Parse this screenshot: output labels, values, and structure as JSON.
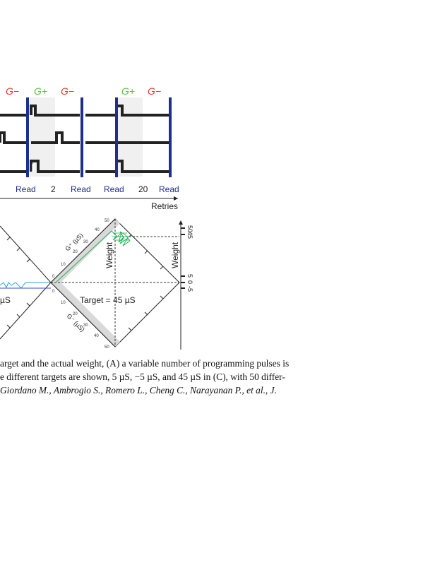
{
  "figure": {
    "panel_top": {
      "labels_top": [
        "G−",
        "G+",
        "G−",
        "G+",
        "G−"
      ],
      "labels_bottom": [
        "Read",
        "2",
        "Read",
        "Read",
        "20",
        "Read"
      ],
      "x_axis_label": "Retries",
      "colors": {
        "g_minus": "#e8382a",
        "g_plus": "#5cc23a",
        "read": "#1f2f8f"
      }
    },
    "panel_bottom": {
      "left_label": "µS",
      "diamond": {
        "g_plus_label": "G⁺ (µS)",
        "g_minus_label": "G⁻ (µS)",
        "weight_label": "Weight",
        "target_label": "Target = 45 µS",
        "g_plus_ticks": [
          "10",
          "20",
          "30",
          "40",
          "50"
        ],
        "g_minus_ticks": [
          "10",
          "20",
          "30",
          "40",
          "50"
        ],
        "origin_tick": "0"
      },
      "weight_axis": {
        "label": "Weight",
        "ticks": [
          "50",
          "45",
          "5",
          "0",
          "-5"
        ]
      }
    }
  },
  "caption": {
    "line1": "arget and the actual weight, (A) a variable number of programming pulses is",
    "line2": "e different targets are shown, 5 µS, −5 µS, and 45 µS in (C), with 50 differ-",
    "line3": " Giordano M., Ambrogio S., Romero L., Cheng C., Narayanan P., et al., J."
  }
}
